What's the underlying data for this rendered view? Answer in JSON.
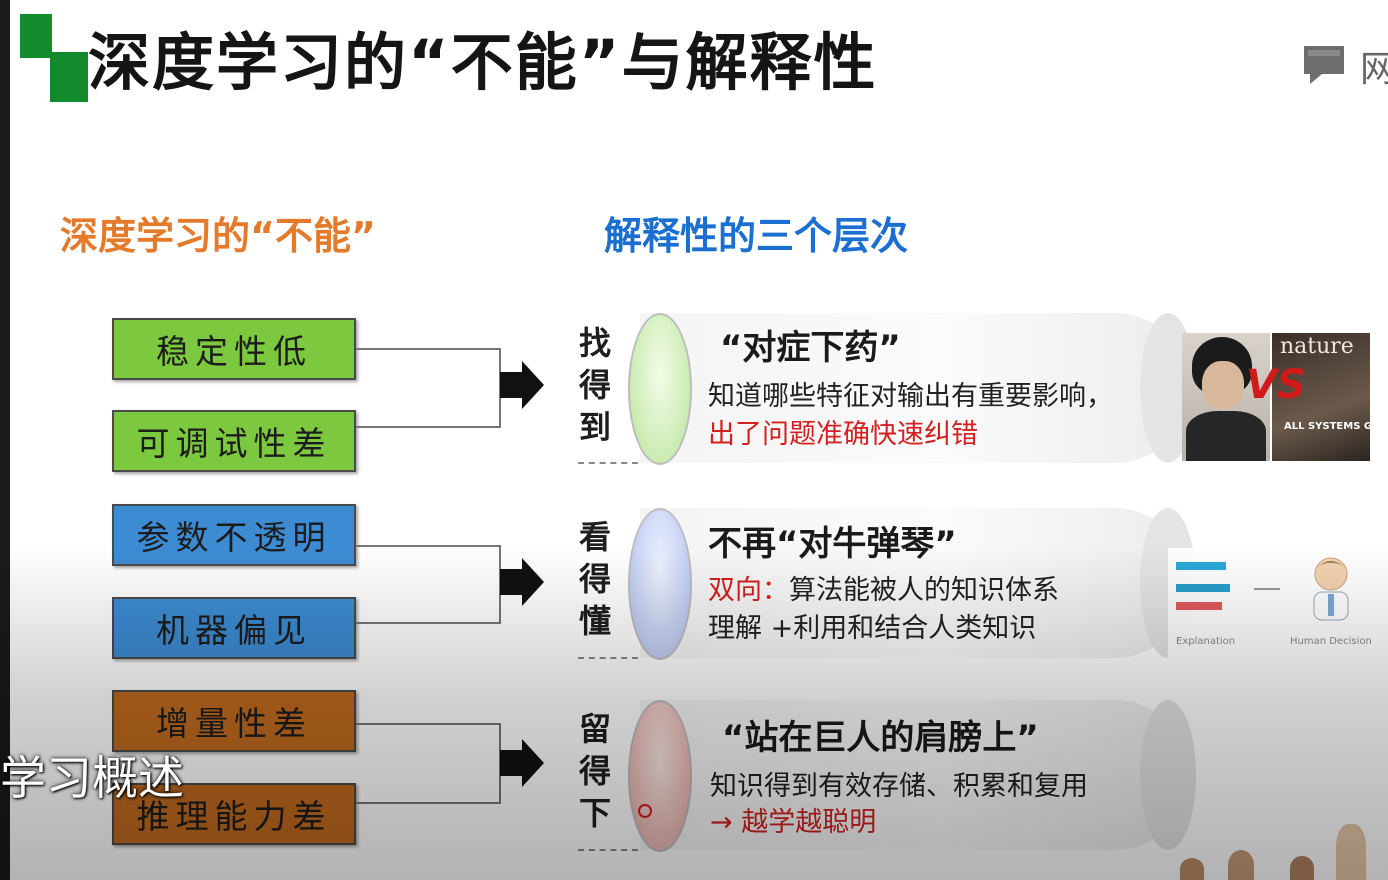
{
  "title": "深度学习的“不能”与解释性",
  "top_right_text": "网",
  "left_heading": "深度学习的“不能”",
  "right_heading": "解释性的三个层次",
  "boxes": {
    "b1": "稳定性低",
    "b2": "可调试性差",
    "b3": "参数不透明",
    "b4": "机器偏见",
    "b5": "增量性差",
    "b6": "推理能力差"
  },
  "levels": [
    {
      "vertical": [
        "找",
        "得",
        "到"
      ],
      "heading": "“对症下药”",
      "line1": "知道哪些特征对输出有重要影响，",
      "line2": "出了问题准确快速纠错"
    },
    {
      "vertical": [
        "看",
        "得",
        "懂"
      ],
      "heading": "不再“对牛弹琴”",
      "line1_red": "双向：",
      "line1_rest": "算法能被人的知识体系",
      "line2": "理解 +利用和结合人类知识"
    },
    {
      "vertical": [
        "留",
        "得",
        "下"
      ],
      "heading": "“站在巨人的肩膀上”",
      "line1": "知识得到有效存储、积累和复用",
      "line2": "→ 越学越聪明"
    }
  ],
  "images": {
    "vs": "VS",
    "nature_title": "nature",
    "nature_sub": "ALL SYSTEMS GO",
    "explanation": "Explanation",
    "human_decision": "Human Decision"
  },
  "subtitle": "学习概述",
  "colors": {
    "green": "#7cc940",
    "blue": "#3d8cd3",
    "orange": "#c16a1e",
    "heading_orange": "#e37a2c",
    "heading_blue": "#1b6fd0",
    "red": "#d32020",
    "logo_green": "#138a2c"
  },
  "icons": [
    "chat-icon"
  ]
}
